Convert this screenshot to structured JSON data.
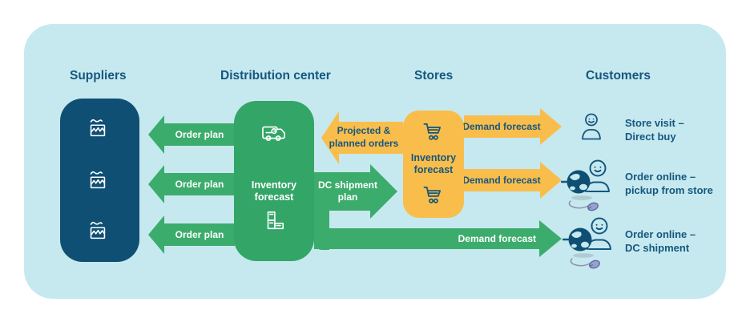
{
  "colors": {
    "panel_bg": "#C6E9EF",
    "navy_box": "#0F4F74",
    "navy_text": "#15577F",
    "block_green": "#33A566",
    "arrow_green": "#3CAC6C",
    "yellow": "#F9BD4C"
  },
  "headings": {
    "suppliers": "Suppliers",
    "distribution_center": "Distribution center",
    "stores": "Stores",
    "customers": "Customers"
  },
  "distribution_center": {
    "label": "Inventory forecast"
  },
  "stores": {
    "label": "Inventory forecast"
  },
  "flows": {
    "order_plan_1": "Order plan",
    "order_plan_2": "Order plan",
    "order_plan_3": "Order plan",
    "projected_planned_line1": "Projected &",
    "projected_planned_line2": "planned orders",
    "dc_shipment_line1": "DC shipment",
    "dc_shipment_line2": "plan",
    "demand_forecast_store": "Demand forecast",
    "demand_forecast_pickup": "Demand forecast",
    "demand_forecast_dc": "Demand forecast"
  },
  "customers": [
    {
      "line1": "Store visit –",
      "line2": "Direct buy"
    },
    {
      "line1": "Order online –",
      "line2": "pickup from store"
    },
    {
      "line1": "Order online –",
      "line2": "DC shipment"
    }
  ]
}
